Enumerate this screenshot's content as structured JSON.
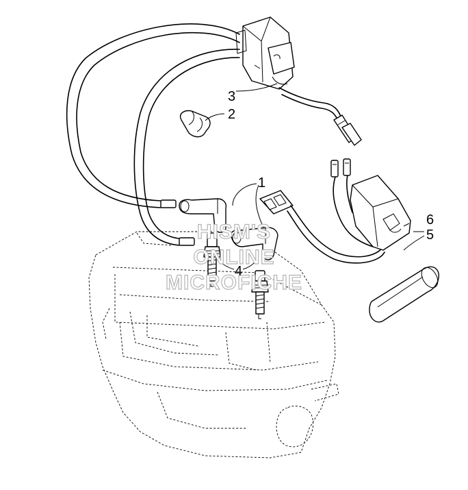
{
  "callouts": {
    "c1": "1",
    "c2": "2",
    "c3": "3",
    "c4": "4",
    "c5": "5",
    "c6": "6"
  },
  "watermark": {
    "line1": "HISM'S",
    "line2": "ONLINE",
    "line3": "MICROFICHE"
  },
  "colors": {
    "line": "#000000",
    "background": "#ffffff",
    "watermark_outline": "#b4b4b4"
  }
}
